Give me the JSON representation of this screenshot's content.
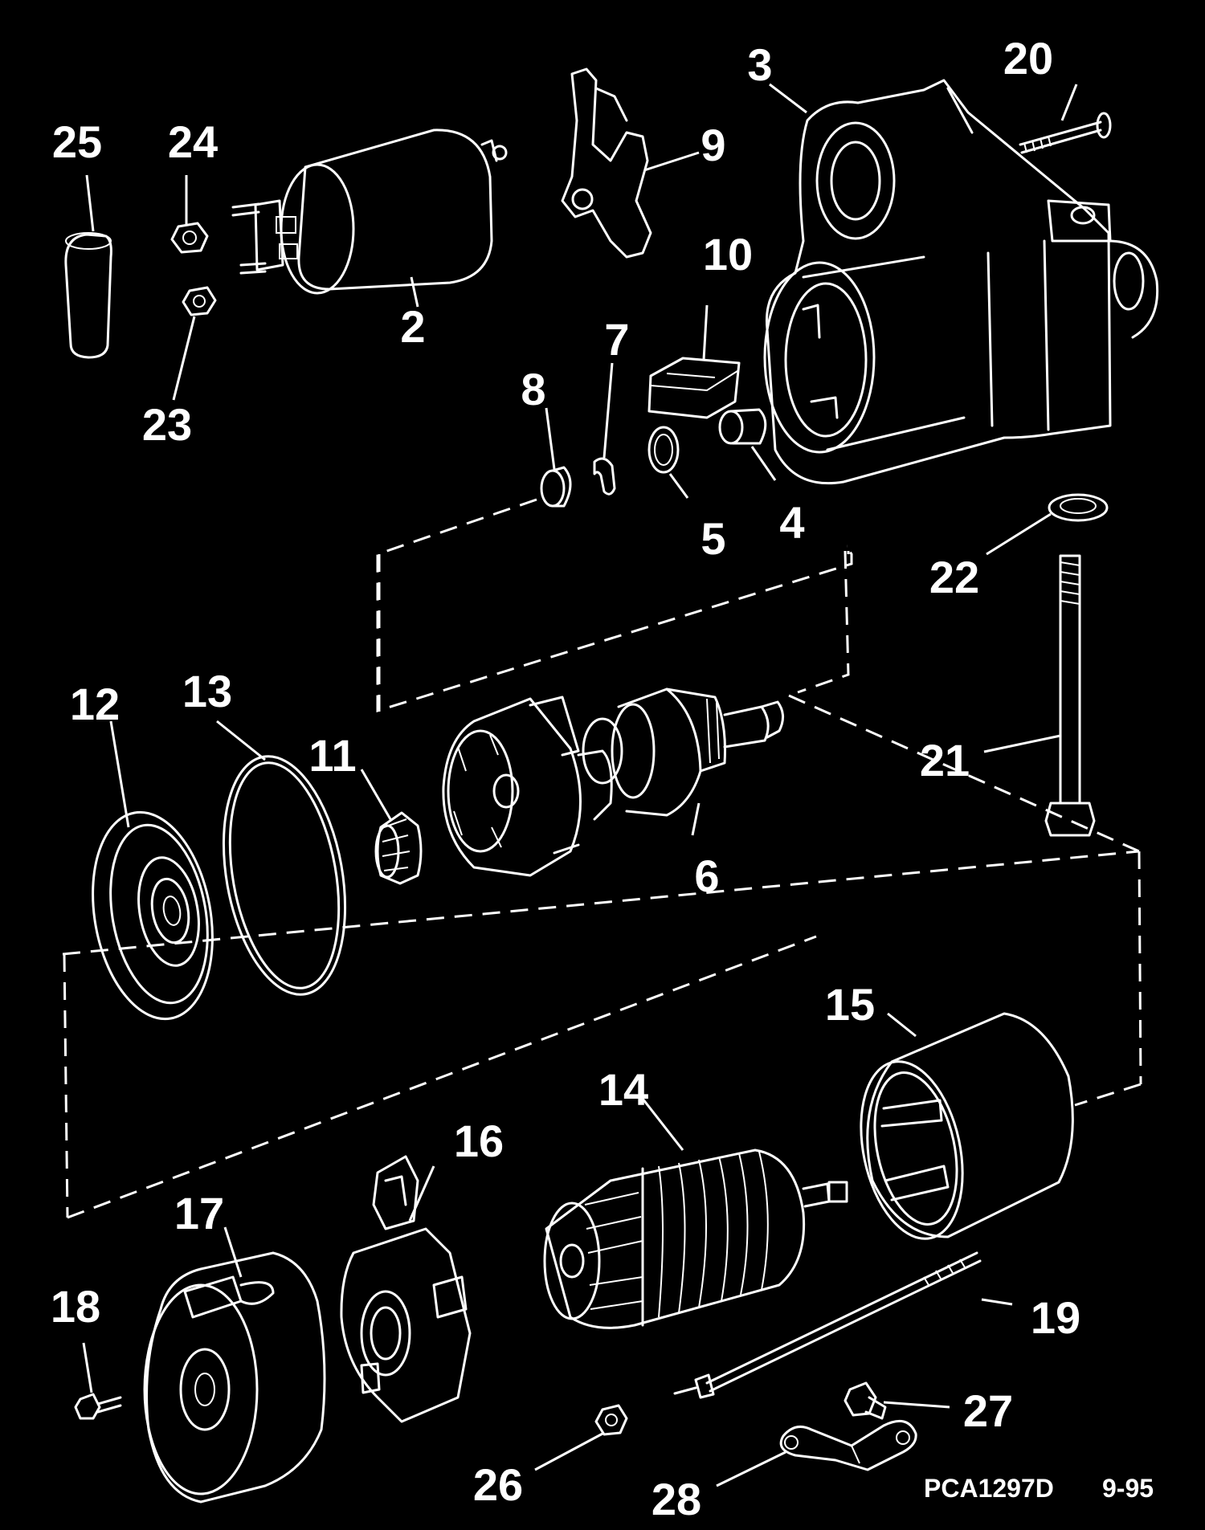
{
  "callouts": {
    "p2": "2",
    "p3": "3",
    "p4": "4",
    "p5": "5",
    "p6": "6",
    "p7": "7",
    "p8": "8",
    "p9": "9",
    "p10": "10",
    "p11": "11",
    "p12": "12",
    "p13": "13",
    "p14": "14",
    "p15": "15",
    "p16": "16",
    "p17": "17",
    "p18": "18",
    "p19": "19",
    "p20": "20",
    "p21": "21",
    "p22": "22",
    "p23": "23",
    "p24": "24",
    "p25": "25",
    "p26": "26",
    "p27": "27",
    "p28": "28"
  },
  "footer": {
    "code": "PCA1297D",
    "date": "9-95"
  },
  "colors": {
    "background": "#000000",
    "line": "#ffffff"
  }
}
